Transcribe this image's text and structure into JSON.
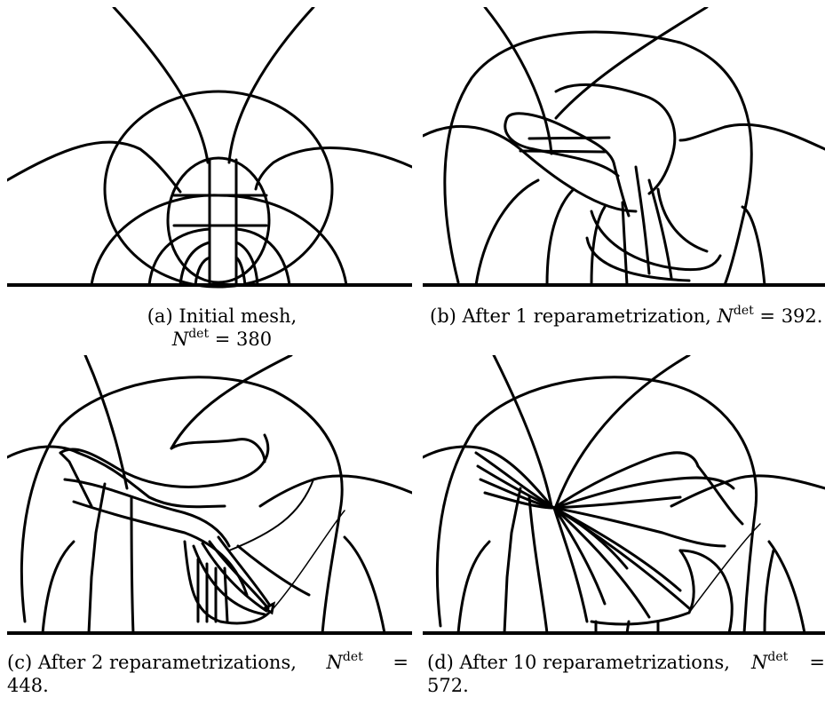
{
  "figure": {
    "panels": [
      {
        "id": "a",
        "caption_prefix": "(a) Initial mesh,",
        "caption_symbol": "N",
        "caption_superscript": "det",
        "caption_suffix": "= 380"
      },
      {
        "id": "b",
        "caption_prefix": "(b) After 1 reparametrization,",
        "caption_symbol": "N",
        "caption_superscript": "det",
        "caption_suffix": "= 392."
      },
      {
        "id": "c",
        "caption_prefix": "(c) After 2 reparametrizations,",
        "caption_symbol": "N",
        "caption_superscript": "det",
        "caption_eq": "=",
        "caption_value": "448."
      },
      {
        "id": "d",
        "caption_prefix": "(d) After 10 reparametrizations,",
        "caption_symbol": "N",
        "caption_superscript": "det",
        "caption_eq": "=",
        "caption_value": "572."
      }
    ]
  }
}
